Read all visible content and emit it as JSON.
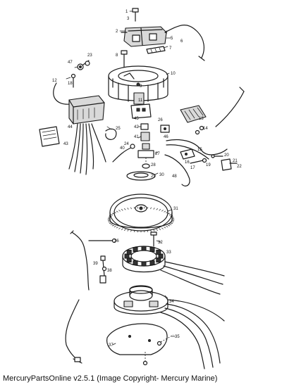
{
  "caption": "MercuryPartsOnline v2.5.1 (Image Copyright- Mercury Marine)",
  "decal_text": "",
  "part_numbers": [
    {
      "id": "n1",
      "text": "1"
    },
    {
      "id": "n2",
      "text": "2"
    },
    {
      "id": "n3",
      "text": "3"
    },
    {
      "id": "n4",
      "text": "4"
    },
    {
      "id": "n5",
      "text": "5"
    },
    {
      "id": "n6",
      "text": "6"
    },
    {
      "id": "n7",
      "text": "7"
    },
    {
      "id": "n8",
      "text": "8"
    },
    {
      "id": "n9",
      "text": "9"
    },
    {
      "id": "n10",
      "text": "10"
    },
    {
      "id": "n11",
      "text": "11"
    },
    {
      "id": "n12",
      "text": "12"
    },
    {
      "id": "n13",
      "text": "13"
    },
    {
      "id": "n14",
      "text": "14"
    },
    {
      "id": "n15",
      "text": "15"
    },
    {
      "id": "n16",
      "text": "16"
    },
    {
      "id": "n17",
      "text": "17"
    },
    {
      "id": "n18",
      "text": "18"
    },
    {
      "id": "n19",
      "text": "19"
    },
    {
      "id": "n20",
      "text": "20"
    },
    {
      "id": "n21",
      "text": "21"
    },
    {
      "id": "n22",
      "text": "22"
    },
    {
      "id": "n23",
      "text": "23"
    },
    {
      "id": "n24",
      "text": "24"
    },
    {
      "id": "n25",
      "text": "25"
    },
    {
      "id": "n26",
      "text": "26"
    },
    {
      "id": "n27",
      "text": "27"
    },
    {
      "id": "n28",
      "text": "28"
    },
    {
      "id": "n29",
      "text": "29"
    },
    {
      "id": "n30",
      "text": "30"
    },
    {
      "id": "n31",
      "text": "31"
    },
    {
      "id": "n32",
      "text": "32"
    },
    {
      "id": "n33",
      "text": "33"
    },
    {
      "id": "n34",
      "text": "34"
    },
    {
      "id": "n35",
      "text": "35"
    },
    {
      "id": "n36",
      "text": "36"
    },
    {
      "id": "n37",
      "text": "37"
    },
    {
      "id": "n38",
      "text": "38"
    },
    {
      "id": "n39",
      "text": "39"
    },
    {
      "id": "n40",
      "text": "40"
    },
    {
      "id": "n41",
      "text": "41"
    },
    {
      "id": "n42",
      "text": "42"
    },
    {
      "id": "n43",
      "text": "43"
    },
    {
      "id": "n44",
      "text": "44"
    },
    {
      "id": "n45",
      "text": "45"
    },
    {
      "id": "n46",
      "text": "46"
    },
    {
      "id": "n47",
      "text": "47"
    },
    {
      "id": "n48",
      "text": "48"
    }
  ]
}
